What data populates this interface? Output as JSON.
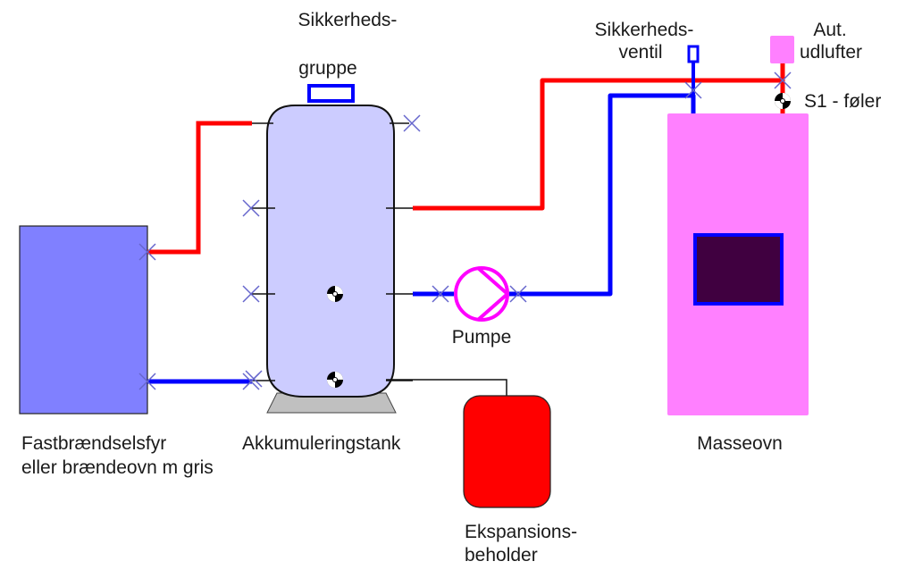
{
  "diagram": {
    "title": "",
    "colors": {
      "hot_pipe": "#ff0000",
      "cold_pipe": "#0000ff",
      "boiler": "#8080ff",
      "tank": "#ccccff",
      "tank_stand": "#c0c0c0",
      "stove": "#ff80ff",
      "stove_window": "#400040",
      "pump": "#ff00ff",
      "expansion_vessel": "#ff0000",
      "air_vent": "#ff80ff",
      "valve_cross": "#6666cc"
    },
    "labels": {
      "boiler_line1": "Fastbrændselsfyr",
      "boiler_line2": "eller brændeovn m gris",
      "tank": "Akkumuleringstank",
      "safety_group_line1": "Sikkerheds-",
      "safety_group_line2": "gruppe",
      "pump": "Pumpe",
      "expansion_line1": "Ekspansions-",
      "expansion_line2": "beholder",
      "safety_valve_line1": "Sikkerheds-",
      "safety_valve_line2": "ventil",
      "air_vent_line1": "Aut.",
      "air_vent_line2": "udlufter",
      "sensor": "S1 - føler",
      "stove": "Masseovn"
    },
    "icons": {
      "sensor": "temperature-sensor-icon",
      "pump": "circulation-pump-icon",
      "valve": "shutoff-valve-cross-icon"
    }
  }
}
